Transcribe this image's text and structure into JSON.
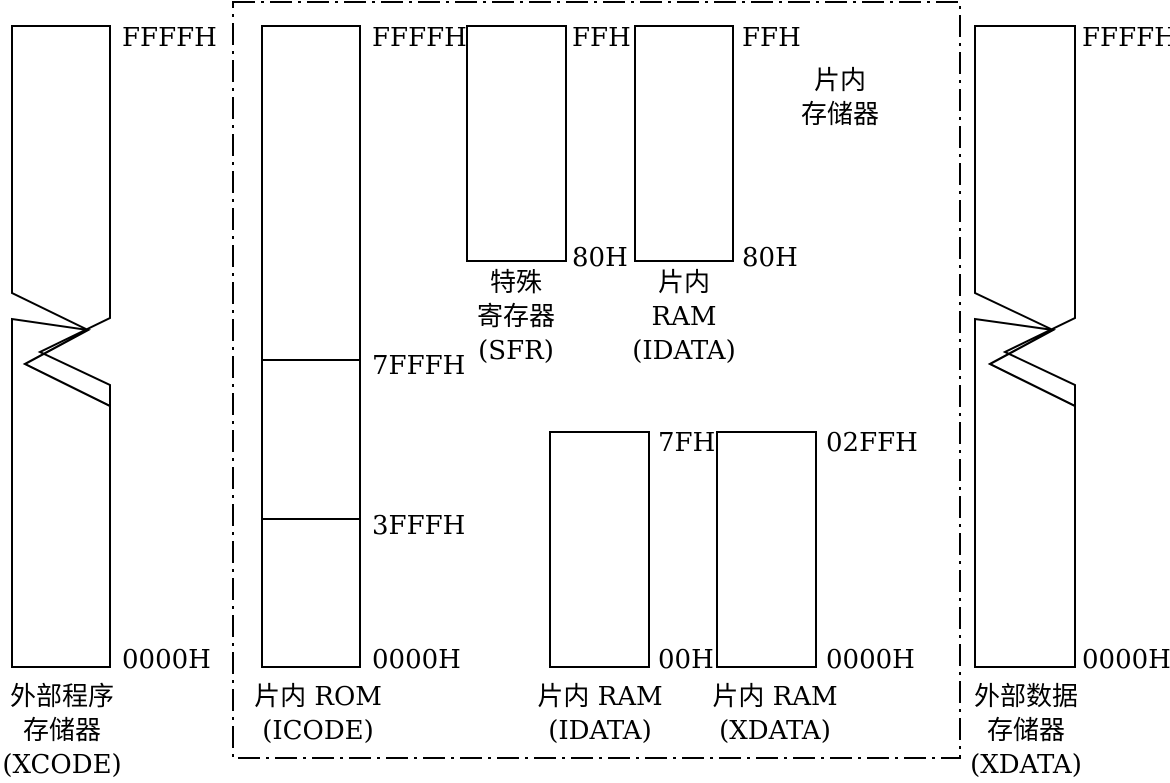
{
  "chip_label": {
    "line1": "片内",
    "line2": "存储器"
  },
  "xcode": {
    "top_addr": "FFFFH",
    "bottom_addr": "0000H",
    "caption": [
      "外部程序",
      "存储器",
      "(XCODE)"
    ]
  },
  "icode": {
    "top_addr": "FFFFH",
    "mid1_addr": "7FFFH",
    "mid2_addr": "3FFFH",
    "bottom_addr": "0000H",
    "caption": [
      "片内 ROM",
      "(ICODE)"
    ]
  },
  "sfr": {
    "top_addr": "FFH",
    "bottom_addr": "80H",
    "caption": [
      "特殊",
      "寄存器",
      "(SFR)"
    ]
  },
  "idata_high": {
    "top_addr": "FFH",
    "bottom_addr": "80H",
    "caption": [
      "片内",
      "RAM",
      "(IDATA)"
    ]
  },
  "idata_low": {
    "top_addr": "7FH",
    "bottom_addr": "00H",
    "caption": [
      "片内 RAM",
      "(IDATA)"
    ]
  },
  "xdata_int": {
    "top_addr": "02FFH",
    "bottom_addr": "0000H",
    "caption": [
      "片内 RAM",
      "(XDATA)"
    ]
  },
  "xdata_ext": {
    "top_addr": "FFFFH",
    "bottom_addr": "0000H",
    "caption": [
      "外部数据",
      "存储器",
      "(XDATA)"
    ]
  }
}
